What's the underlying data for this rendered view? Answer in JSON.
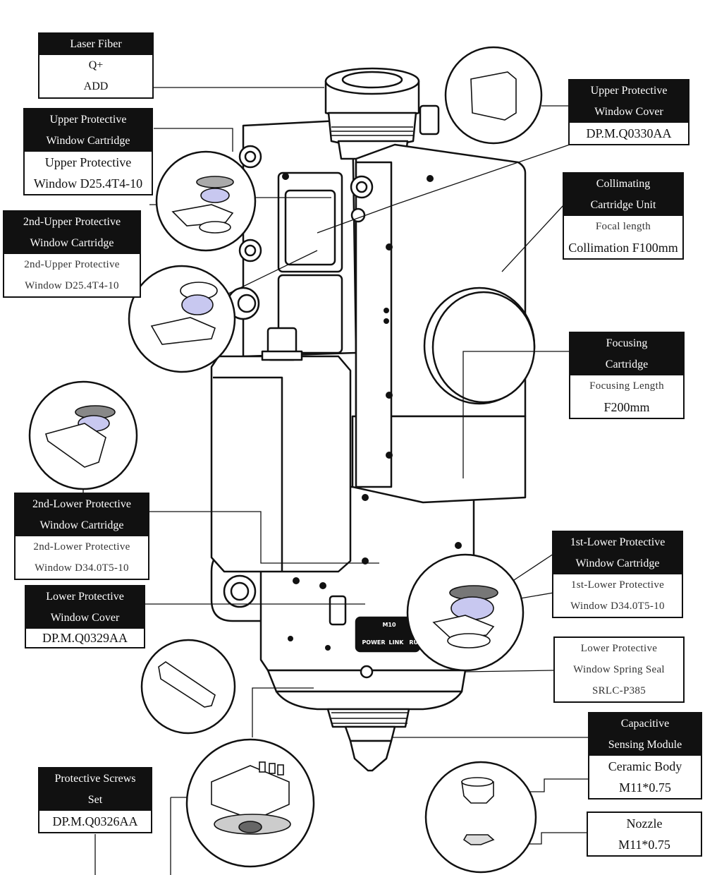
{
  "labels": {
    "laser_fiber": {
      "title": "Laser Fiber",
      "lines": [
        "Q+",
        "ADD"
      ]
    },
    "upper_window_cartridge": {
      "title": [
        "Upper Protective",
        "Window Cartridge"
      ],
      "lines": [
        "Upper Protective",
        "Window D25.4T4-10"
      ]
    },
    "second_upper_cartridge": {
      "title": [
        "2nd-Upper Protective",
        "Window Cartridge"
      ],
      "lines": [
        "2nd-Upper Protective",
        "Window D25.4T4-10"
      ]
    },
    "upper_window_cover": {
      "title": [
        "Upper Protective",
        "Window Cover"
      ],
      "lines": [
        "DP.M.Q0330AA"
      ]
    },
    "collimating_unit": {
      "title": [
        "Collimating",
        "Cartridge Unit"
      ],
      "lines": [
        "Focal length",
        "Collimation F100mm"
      ]
    },
    "focusing_cartridge": {
      "title": [
        "Focusing",
        "Cartridge"
      ],
      "lines": [
        "Focusing Length",
        "F200mm"
      ]
    },
    "second_lower_cartridge": {
      "title": [
        "2nd-Lower Protective",
        "Window Cartridge"
      ],
      "lines": [
        "2nd-Lower Protective",
        "Window D34.0T5-10"
      ]
    },
    "lower_window_cover": {
      "title": [
        "Lower Protective",
        "Window Cover"
      ],
      "lines": [
        "DP.M.Q0329AA"
      ]
    },
    "first_lower_cartridge": {
      "title": [
        "1st-Lower Protective",
        "Window Cartridge"
      ],
      "lines": [
        "1st-Lower Protective",
        "Window D34.0T5-10"
      ]
    },
    "spring_seal": {
      "lines": [
        "Lower Protective",
        "Window Spring Seal",
        "SRLC-P385"
      ]
    },
    "capacitive_module": {
      "title": [
        "Capacitive",
        "Sensing Module"
      ],
      "lines": [
        "Ceramic Body",
        "M11*0.75"
      ]
    },
    "nozzle": {
      "lines": [
        "Nozzle",
        "M11*0.75"
      ]
    },
    "protective_screws": {
      "title": [
        "Protective Screws",
        "Set"
      ],
      "lines": [
        "DP.M.Q0326AA"
      ]
    }
  },
  "body_panel_text": {
    "top": "M10",
    "left": "POWER",
    "mid": "LINK",
    "right": "RUN"
  }
}
